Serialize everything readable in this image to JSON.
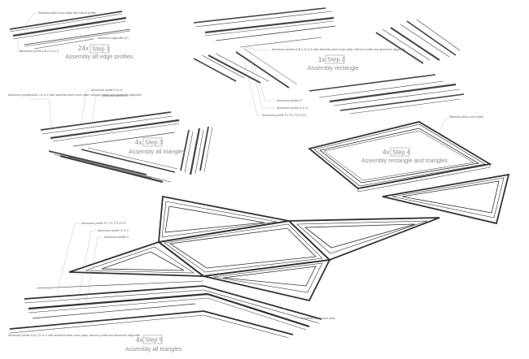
{
  "steps": [
    {
      "count": "24x",
      "label": "Step 1",
      "title": "Assembly all edge profiles",
      "notes": [
        "Stainless steel cover plate with silicon profile",
        "Aluminum clipprofile (F)",
        "Aluminum profile A,B,C,D or E"
      ]
    },
    {
      "count": "1x",
      "label": "Step 2",
      "title": "Assembly rectangle",
      "notes": [
        "Aluminum profiles A,B,C,D or E with stainless steel cover plate, silicone profile and aluminum clipprofile",
        "Aluminum profile G",
        "Aluminum profile G or H",
        "Aluminum profile P1, P2, P3 or P4"
      ]
    },
    {
      "count": "4x",
      "label": "Step 3",
      "title": "Assembly all triangles",
      "notes": [
        "Aluminum profiles A,B,C,D or E with stainless steel cover plate, silicone profile and aluminum clipprofile",
        "Aluminum profile G or H",
        "Aluminum profile G"
      ]
    },
    {
      "count": "4x",
      "label": "Step 4",
      "title": "Assembly rectangle and triangles",
      "notes": [
        "Stainless steel cover plate"
      ]
    },
    {
      "count": "4x",
      "label": "Step 5",
      "title": "Assembly all triangles",
      "notes": [
        "Aluminum profile P1, P2, P3 or P4",
        "Aluminum profile G or H",
        "Aluminum profile G",
        "Aluminum profile A,B,C,D or E with stainless steel cover plate, silicone profile and aluminum clipprofile",
        "Stainless steel cover plate"
      ]
    }
  ],
  "colors": {
    "line": "#555555",
    "dark": "#333333",
    "label": "#888888"
  }
}
